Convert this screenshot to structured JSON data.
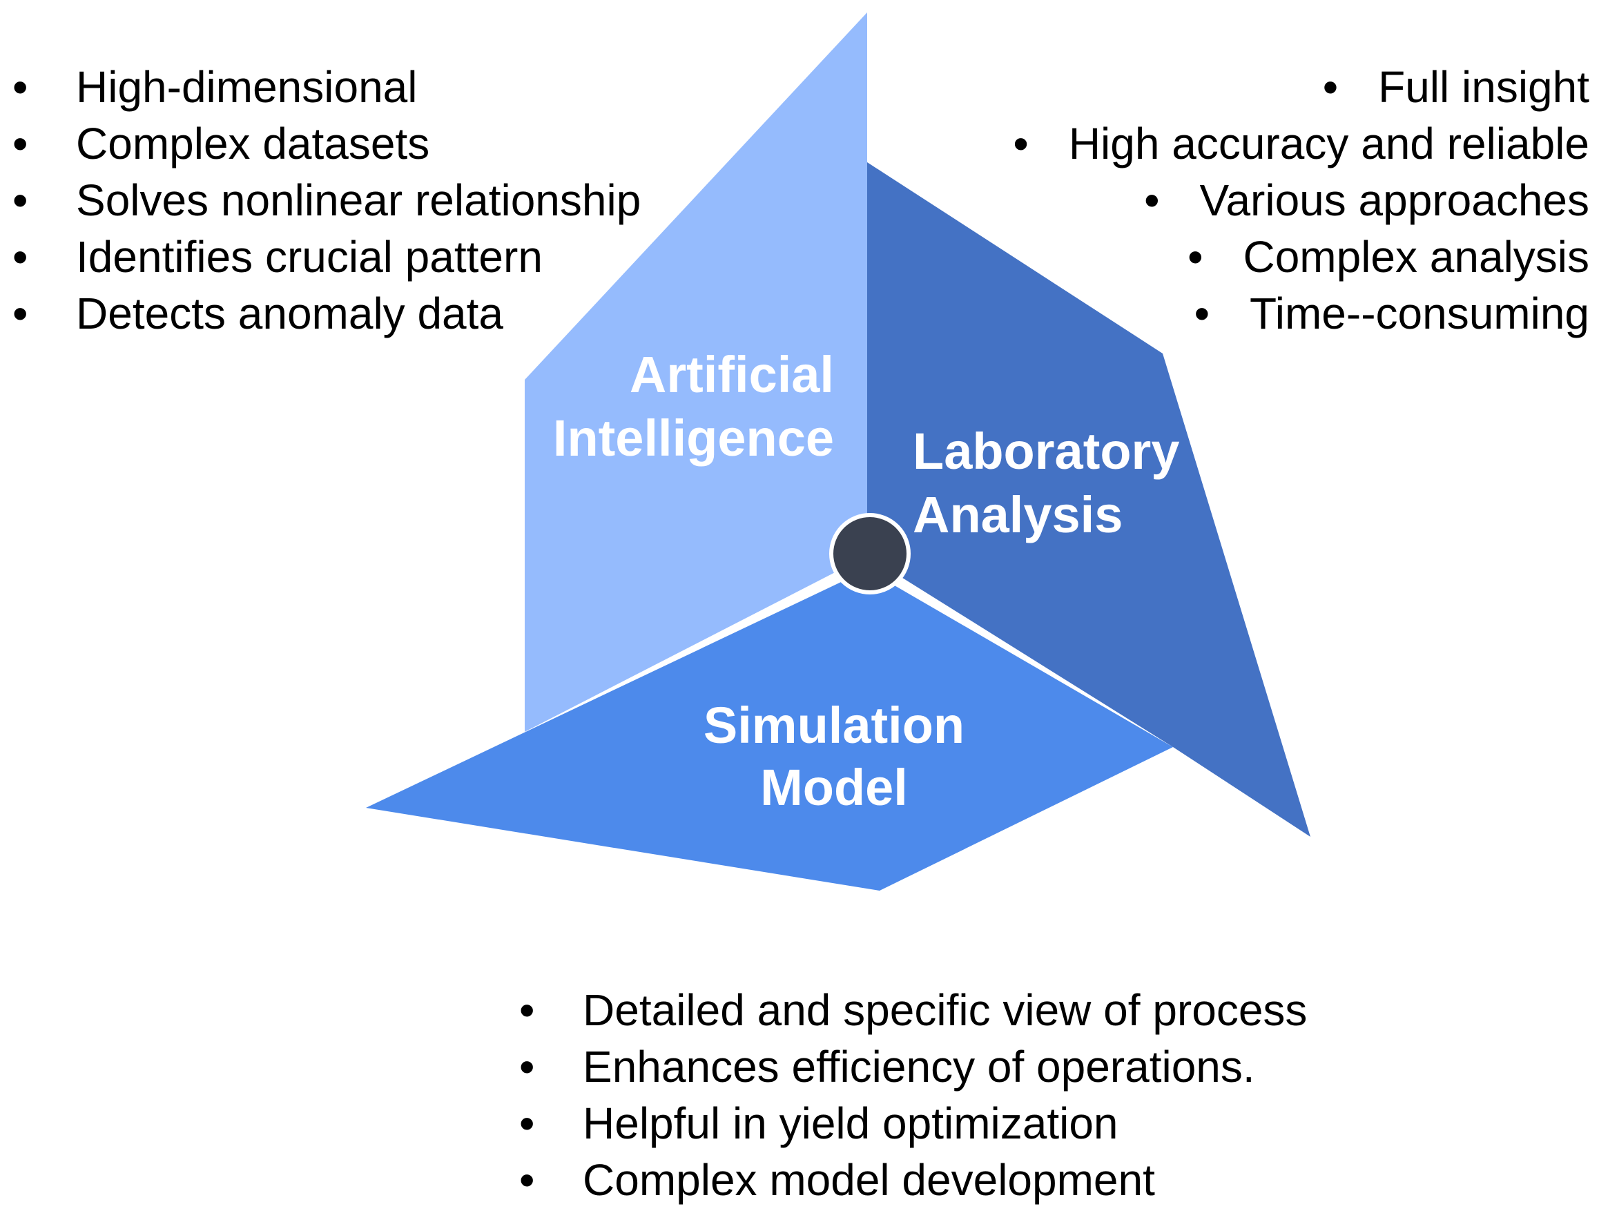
{
  "segments": {
    "ai": {
      "label_line1": "Artificial",
      "label_line2": "Intelligence",
      "color": "#95BBFD"
    },
    "lab": {
      "label_line1": "Laboratory",
      "label_line2": "Analysis",
      "color": "#4472C4"
    },
    "sim": {
      "label_line1": "Simulation",
      "label_line2": "Model",
      "color": "#4D8AEB"
    },
    "hub_color": "#3A4150"
  },
  "ai_points": {
    "bullet": "•",
    "items": [
      "High-dimensional",
      "Complex datasets",
      "Solves nonlinear relationship",
      "Identifies crucial pattern",
      "Detects anomaly data"
    ]
  },
  "lab_points": {
    "bullet": "•",
    "items": [
      "Full insight",
      "High accuracy and reliable",
      "Various approaches",
      "Complex analysis",
      "Time--consuming"
    ]
  },
  "sim_points": {
    "bullet": "•",
    "items": [
      "Detailed and specific view of process",
      "Enhances efficiency of operations.",
      "Helpful in yield optimization",
      "Complex model development"
    ]
  }
}
